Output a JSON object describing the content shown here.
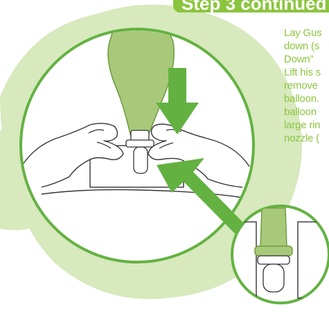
{
  "colors": {
    "accent_green": "#63b241",
    "light_green": "#d7e9bd",
    "balloon_green": "#a8c97a",
    "text_green": "#8bc53f",
    "line_dark": "#333333"
  },
  "heading": {
    "partial_text": "Step 3 continued"
  },
  "instructions": {
    "line1": "Lay Gus",
    "line2": "down (s",
    "line3": "Down”",
    "line4": "Lift his s",
    "line5": "remove",
    "line6": "balloon.",
    "line7": "balloon",
    "line8": "large rin",
    "line9": "nozzle ("
  },
  "icons": {
    "main_illustration": "hands-attaching-balloon-to-nozzle-illustration",
    "detail_illustration": "balloon-on-nozzle-closeup-icon",
    "arrow_down": "arrow-down-icon",
    "arrow_pointer": "arrow-pointer-icon"
  }
}
